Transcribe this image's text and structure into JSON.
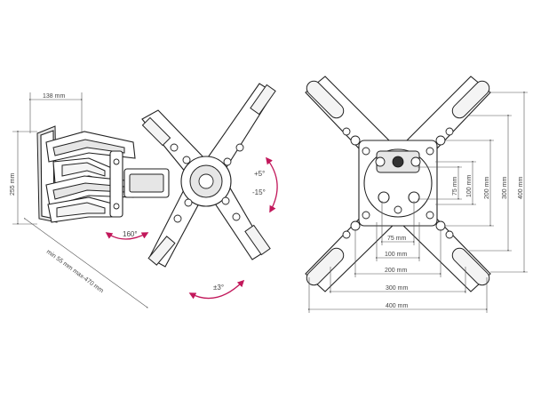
{
  "colors": {
    "line": "#555555",
    "part_outline": "#222222",
    "rotation_arrow": "#c2185b",
    "text": "#444444"
  },
  "left_view": {
    "arm_width": "138 mm",
    "height": "255 mm",
    "extension": "min 55 mm max-470 mm",
    "swivel": "160°",
    "tilt": "+5°\n-15°",
    "tilt_up": "+5°",
    "tilt_down": "-15°",
    "rotation": "±3°"
  },
  "right_view": {
    "vesa_horizontal": [
      "75 mm",
      "100 mm",
      "200 mm",
      "300 mm",
      "400 mm"
    ],
    "vesa_vertical": [
      "75 mm",
      "100 mm",
      "200 mm",
      "300 mm",
      "400 mm"
    ]
  }
}
